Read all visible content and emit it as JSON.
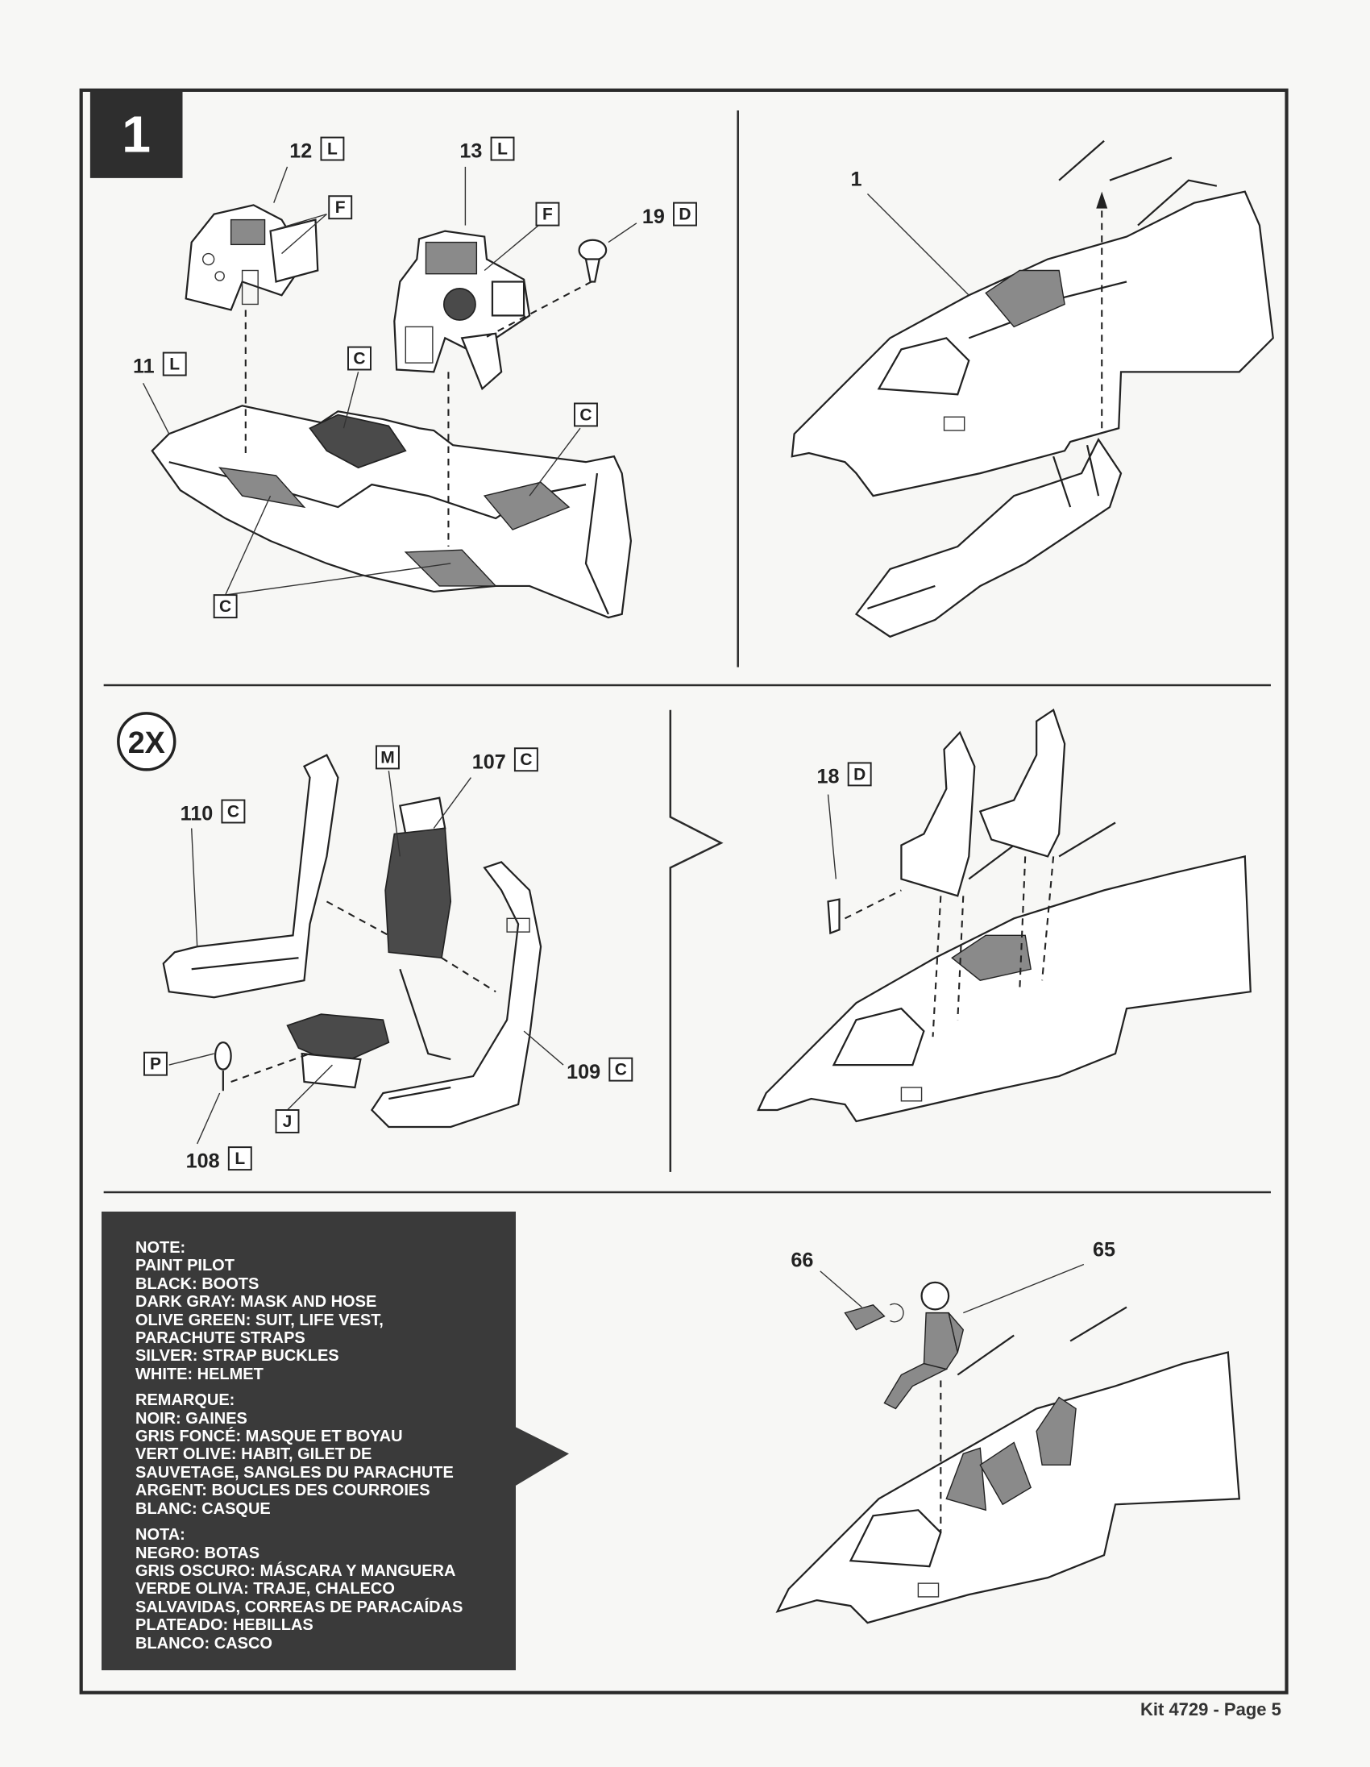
{
  "step1": {
    "number": "1",
    "parts": [
      {
        "number": "12",
        "letter": "L"
      },
      {
        "number": "",
        "letter": "F"
      },
      {
        "number": "13",
        "letter": "L"
      },
      {
        "number": "",
        "letter": "F"
      },
      {
        "number": "19",
        "letter": "D"
      },
      {
        "number": "11",
        "letter": "L"
      },
      {
        "number": "",
        "letter": "C"
      },
      {
        "number": "",
        "letter": "C"
      },
      {
        "number": "",
        "letter": "C"
      }
    ],
    "fuselage_label": "1"
  },
  "step2": {
    "multiplier": "2X",
    "parts": [
      {
        "number": "",
        "letter": "M"
      },
      {
        "number": "107",
        "letter": "C"
      },
      {
        "number": "110",
        "letter": "C"
      },
      {
        "number": "18",
        "letter": "D"
      },
      {
        "number": "",
        "letter": "P"
      },
      {
        "number": "109",
        "letter": "C"
      },
      {
        "number": "",
        "letter": "J"
      },
      {
        "number": "108",
        "letter": "L"
      }
    ]
  },
  "step3": {
    "parts": [
      {
        "number": "66"
      },
      {
        "number": "65"
      }
    ]
  },
  "note": {
    "english": [
      "NOTE:",
      "PAINT PILOT",
      "BLACK: BOOTS",
      "DARK GRAY: MASK AND HOSE",
      "OLIVE GREEN: SUIT, LIFE VEST,",
      "PARACHUTE STRAPS",
      "SILVER: STRAP BUCKLES",
      "WHITE: HELMET"
    ],
    "french": [
      "REMARQUE:",
      "NOIR: GAINES",
      "GRIS FONCÉ: MASQUE ET BOYAU",
      "VERT OLIVE: HABIT, GILET DE",
      "SAUVETAGE, SANGLES DU PARACHUTE",
      "ARGENT: BOUCLES DES COURROIES",
      "BLANC: CASQUE"
    ],
    "spanish": [
      "NOTA:",
      "NEGRO: BOTAS",
      "GRIS OSCURO: MÁSCARA Y MANGUERA",
      "VERDE OLIVA: TRAJE, CHALECO",
      "SALVAVIDAS, CORREAS DE PARACAÍDAS",
      "PLATEADO: HEBILLAS",
      "BLANCO: CASCO"
    ]
  },
  "footer": "Kit 4729 - Page 5",
  "colors": {
    "box": "#3a3a3a",
    "ink": "#222222",
    "paper": "#f7f7f5"
  }
}
